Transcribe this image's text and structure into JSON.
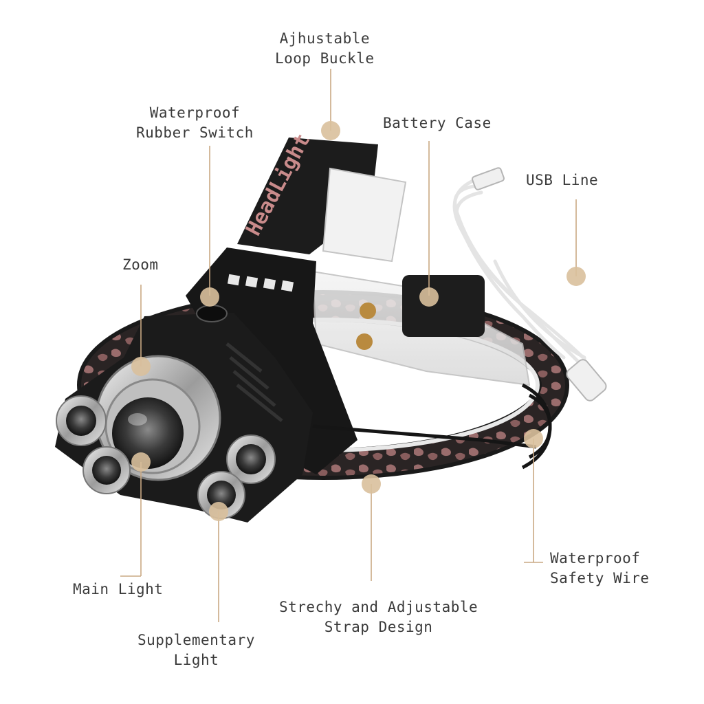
{
  "title": "",
  "callouts": {
    "buckle": {
      "line1": "Ajhustable",
      "line2": "Loop Buckle"
    },
    "switch": {
      "line1": "Waterproof",
      "line2": "Rubber Switch"
    },
    "battery": {
      "line1": "Battery Case"
    },
    "usb": {
      "line1": "USB Line"
    },
    "zoom": {
      "line1": "Zoom"
    },
    "main": {
      "line1": "Main Light"
    },
    "supp": {
      "line1": "Supplementary",
      "line2": "Light"
    },
    "strap": {
      "line1": "Strechy and Adjustable",
      "line2": "Strap Design"
    },
    "wire": {
      "line1": "Waterproof",
      "line2": "Safety Wire"
    }
  },
  "strap_print": "HeadLight",
  "colors": {
    "leader": "#c9a884",
    "dot": "#d9c09c",
    "text": "#3a3a3a",
    "housing": "#1b1b1b",
    "strap_pattern": "#c98b8b",
    "lens_ring": "#c8c8c8"
  }
}
